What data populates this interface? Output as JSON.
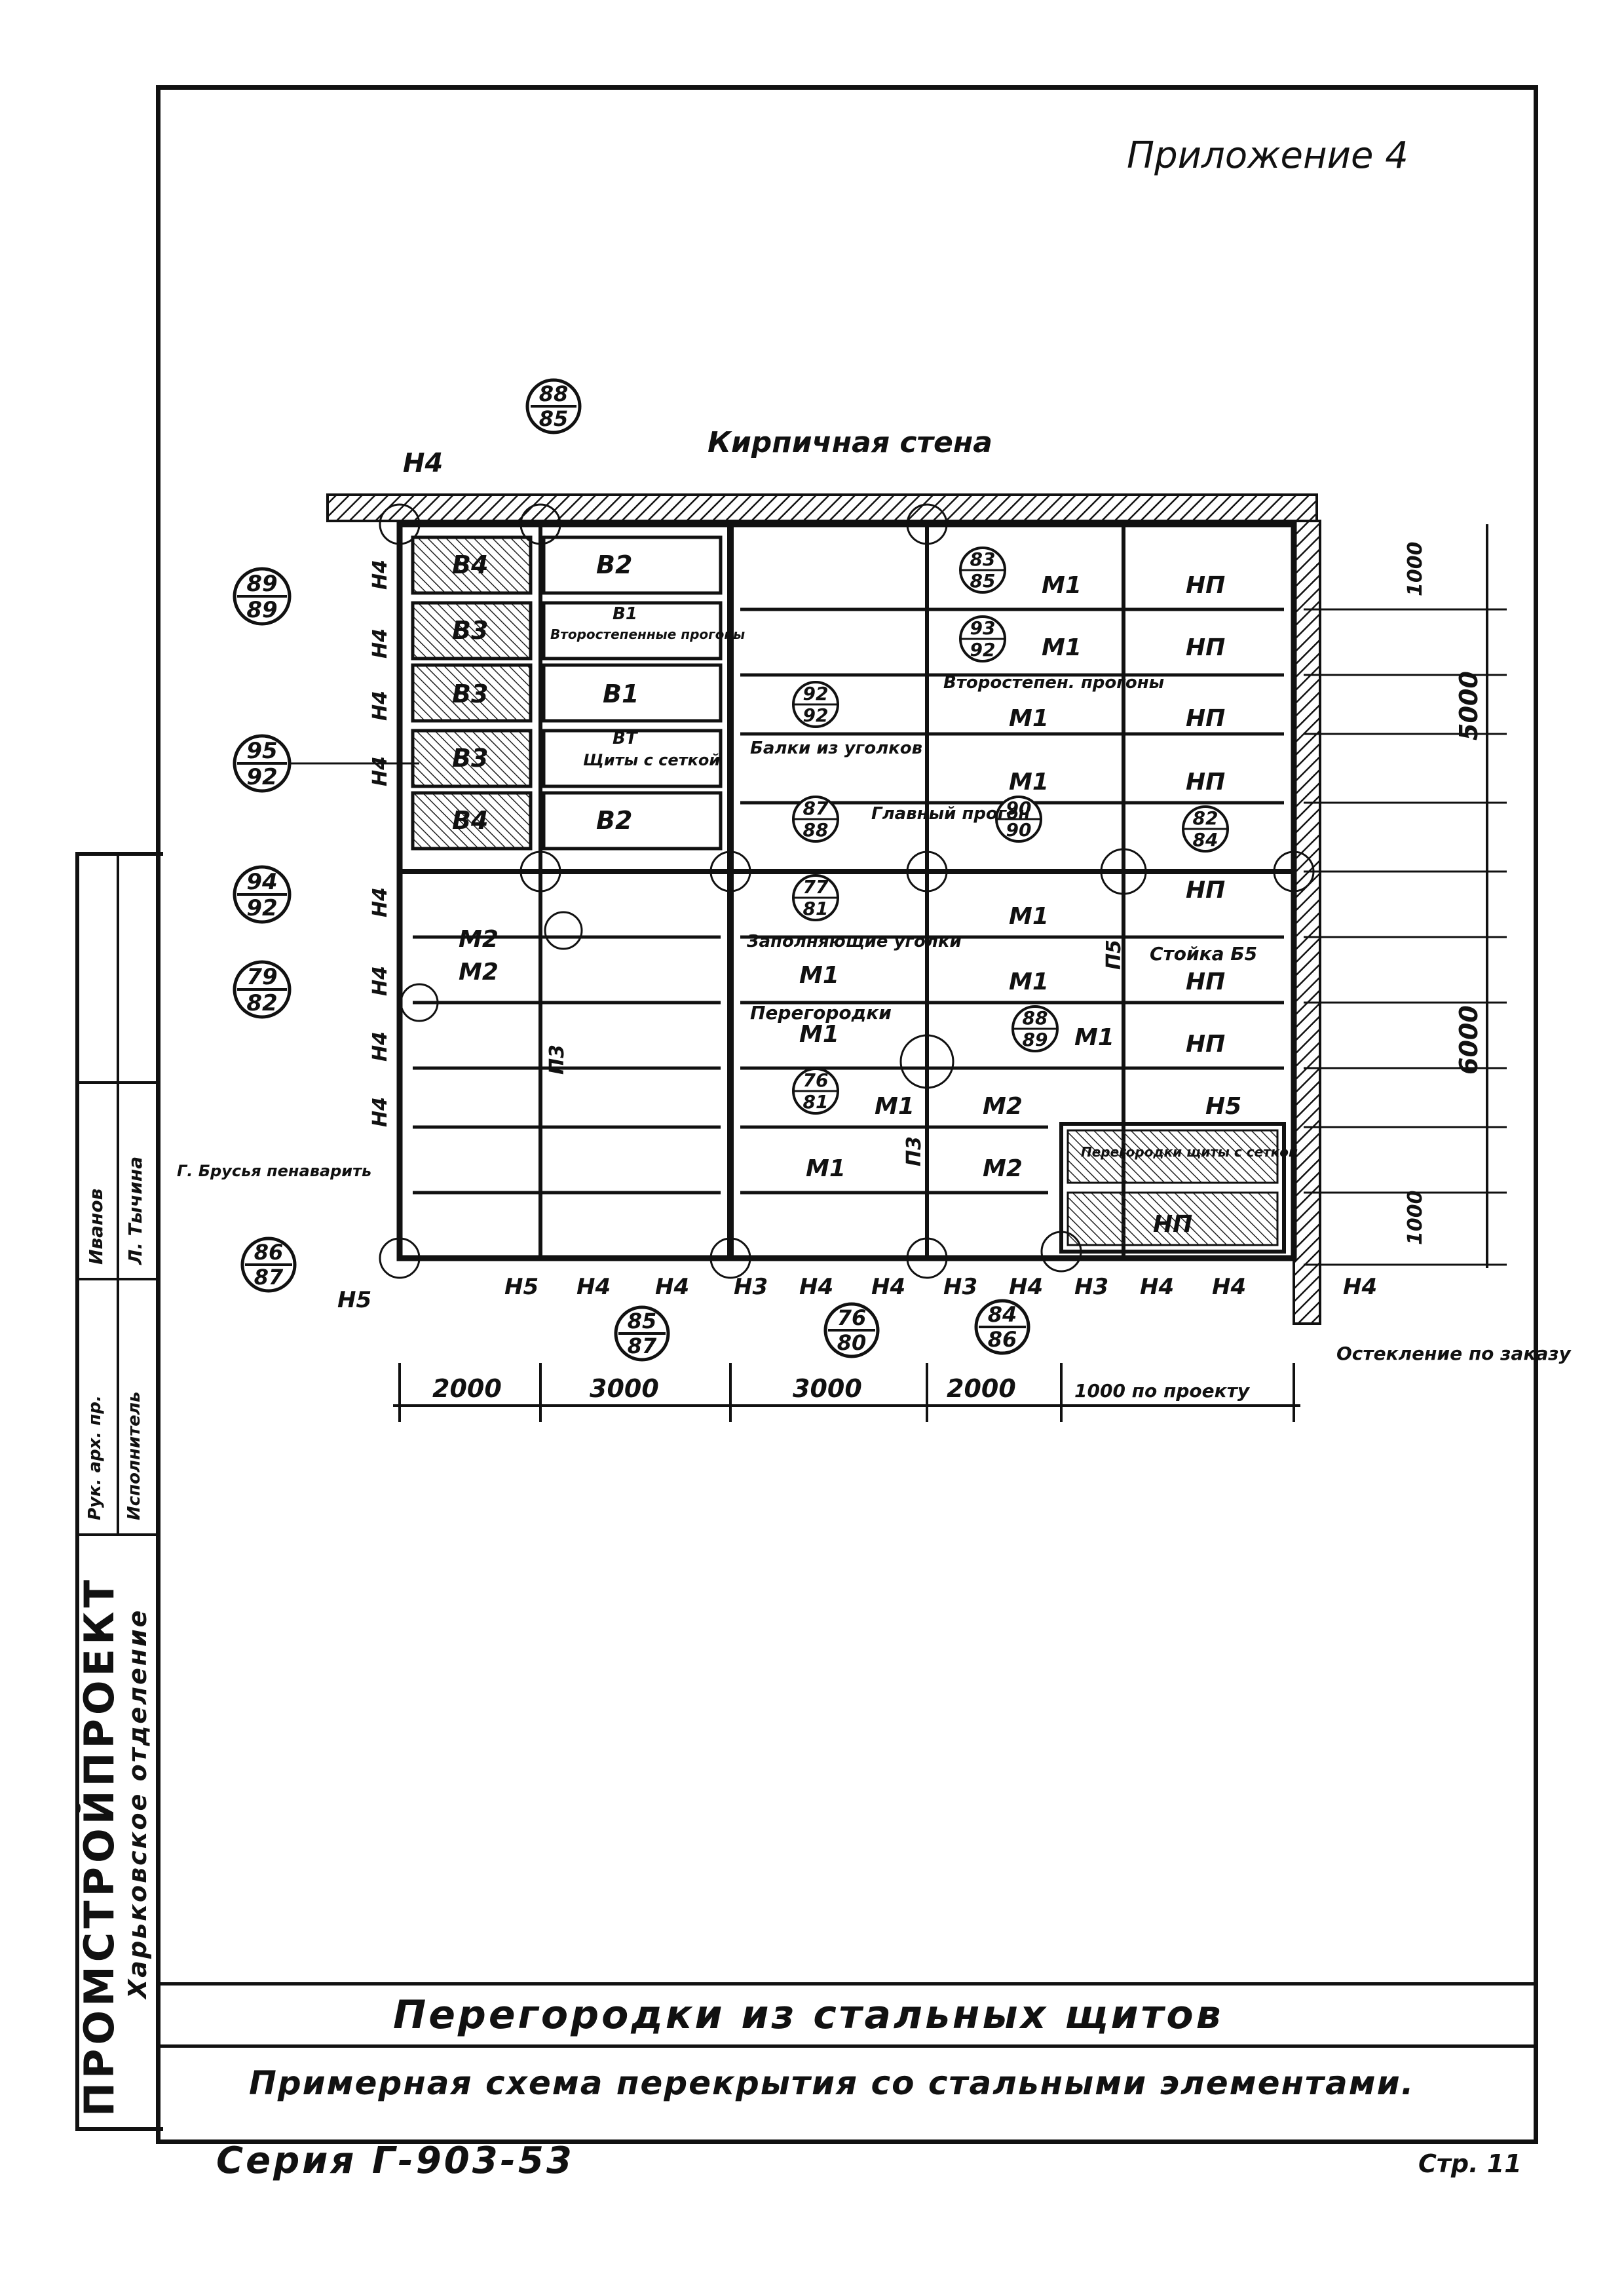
{
  "header": {
    "appendix": "Приложение 4"
  },
  "drawing": {
    "wall_label": "Кирпичная стена",
    "top_callout": [
      "88",
      "85"
    ],
    "left_callouts": [
      {
        "top": "89",
        "bottom": "89"
      },
      {
        "top": "95",
        "bottom": "92"
      },
      {
        "top": "94",
        "bottom": "92"
      },
      {
        "top": "79",
        "bottom": "82"
      },
      {
        "top": "86",
        "bottom": "87"
      }
    ],
    "bottom_callouts": [
      {
        "top": "85",
        "bottom": "87"
      },
      {
        "top": "76",
        "bottom": "80"
      },
      {
        "top": "84",
        "bottom": "86"
      }
    ],
    "inner_callouts": [
      {
        "top": "83",
        "bottom": "85"
      },
      {
        "top": "93",
        "bottom": "92"
      },
      {
        "top": "92",
        "bottom": "92"
      },
      {
        "top": "87",
        "bottom": "88"
      },
      {
        "top": "90",
        "bottom": "90"
      },
      {
        "top": "82",
        "bottom": "84"
      },
      {
        "top": "77",
        "bottom": "81"
      },
      {
        "top": "88",
        "bottom": "89"
      },
      {
        "top": "76",
        "bottom": "81"
      }
    ],
    "notes": {
      "secondary_purlins_1": "Второстепенные прогоны",
      "secondary_purlins_2": "Второстепен. прогоны",
      "shields_mesh": "Щиты с сеткой",
      "beam_angles": "Балки из уголков",
      "main_purlin": "Главный прогон",
      "filling_angles": "Заполняющие уголки",
      "partitions": "Перегородки",
      "post": "Стойка Б5",
      "partition_shields": "Перегородки щиты с сеткой",
      "glazed": "Остекление по заказу",
      "left_note": "Г. Брусья пенаварить"
    },
    "marks": {
      "b4": "В4",
      "b3": "В3",
      "b2": "В2",
      "b1": "В1",
      "bt": "ВТ",
      "m1": "М1",
      "m2": "М2",
      "np": "НП",
      "n3": "Н3",
      "n4": "Н4",
      "n5": "Н5",
      "p3": "П3",
      "p5": "П5"
    },
    "dims_bottom": [
      "2000",
      "3000",
      "3000",
      "2000",
      "1000 по проекту"
    ],
    "dims_right": [
      "1000",
      "5000",
      "6000",
      "1000"
    ]
  },
  "title_block": {
    "stamp_org": "ПРОМСТРОЙПРОЕКТ",
    "stamp_branch": "Харьковское отделение",
    "roles": [
      "Рук. арх. пр.",
      "Исполнитель"
    ],
    "names": [
      "Иванов",
      "Л. Тычина"
    ],
    "title": "Перегородки из стальных щитов",
    "subtitle": "Примерная схема перекрытия со стальными элементами."
  },
  "footer": {
    "series": "Серия Г-903-53",
    "page": "Стр. 11"
  }
}
